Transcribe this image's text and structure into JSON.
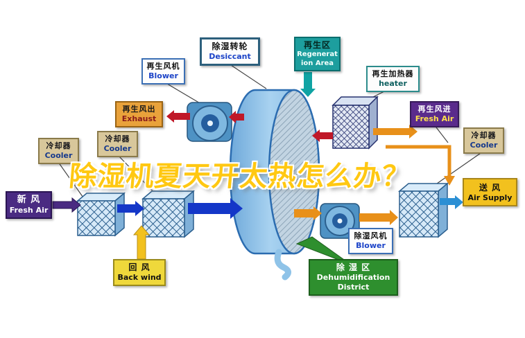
{
  "title": {
    "text": "除湿机夏天开太热怎么办？"
  },
  "labels": {
    "desiccant": {
      "zh": "除湿转轮",
      "en": "Desiccant"
    },
    "regen_area": {
      "zh": "再生区",
      "en": "Regeneration Area"
    },
    "regen_blower": {
      "zh": "再生风机",
      "en": "Blower"
    },
    "regen_heater": {
      "zh": "再生加热器",
      "en": "heater"
    },
    "regen_exhaust": {
      "zh": "再生风出",
      "en": "Exhaust"
    },
    "regen_fresh_air": {
      "zh": "再生风进",
      "en": "Fresh Air"
    },
    "cooler_left_outer": {
      "zh": "冷却器",
      "en": "Cooler"
    },
    "cooler_left_inner": {
      "zh": "冷却器",
      "en": "Cooler"
    },
    "cooler_right": {
      "zh": "冷却器",
      "en": "Cooler"
    },
    "fresh_air_in": {
      "zh": "新  风",
      "en": "Fresh Air"
    },
    "air_supply": {
      "zh": "送  风",
      "en": "Air Supply"
    },
    "back_wind": {
      "zh": "回  风",
      "en": "Back wind"
    },
    "dehumid_blower": {
      "zh": "除湿风机",
      "en": "Blower"
    },
    "dehumid_area": {
      "zh": "除  湿  区",
      "en": "Dehumidification District"
    }
  },
  "colors": {
    "title_yellow": "#FFC812",
    "teal": "#0FA3A3",
    "purple": "#4A2B82",
    "amber": "#E9A23B",
    "yellow": "#F2C11E",
    "green": "#2E8F2E",
    "blue_arrow": "#1437C8",
    "red_arrow": "#C01828",
    "orange_arrow": "#E8901A",
    "cylinder_blue": "#8FC3E8",
    "tan": "#D8C79B"
  }
}
